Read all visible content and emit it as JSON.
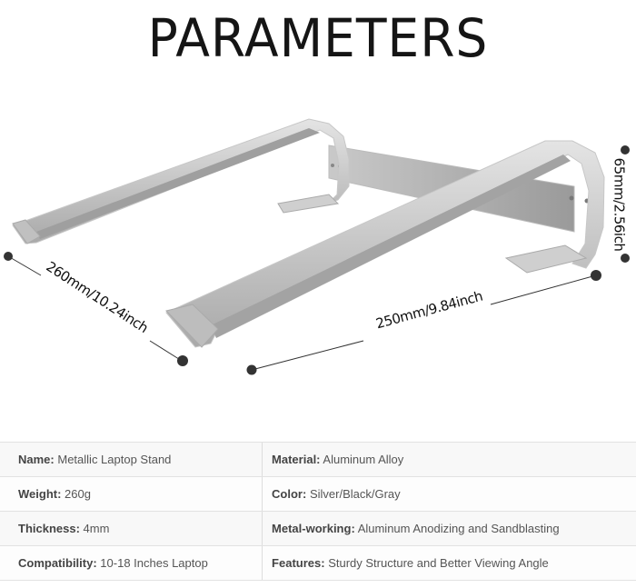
{
  "title": "PARAMETERS",
  "dimensions": {
    "length": "260mm/10.24inch",
    "width": "250mm/9.84inch",
    "height": "65mm/2.56ich"
  },
  "specs": [
    [
      {
        "label": "Name:",
        "value": "Metallic Laptop Stand"
      },
      {
        "label": "Material:",
        "value": "Aluminum Alloy"
      }
    ],
    [
      {
        "label": "Weight:",
        "value": "260g"
      },
      {
        "label": "Color:",
        "value": "Silver/Black/Gray"
      }
    ],
    [
      {
        "label": "Thickness:",
        "value": "4mm"
      },
      {
        "label": "Metal-working:",
        "value": "Aluminum Anodizing and Sandblasting"
      }
    ],
    [
      {
        "label": "Compatibility:",
        "value": "10-18 Inches Laptop"
      },
      {
        "label": "Features:",
        "value": "Sturdy Structure and Better Viewing Angle"
      }
    ]
  ]
}
